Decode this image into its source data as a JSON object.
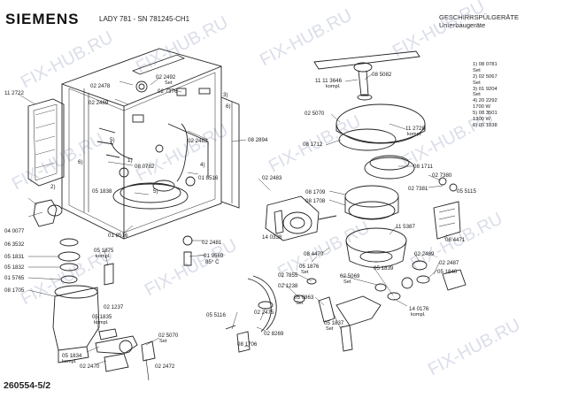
{
  "header": {
    "brand": "SIEMENS",
    "model": "LADY 781  -  SN 781245-CH1",
    "category_line1": "GESCHIRRSPÜLGERÄTE",
    "category_line2": "Unterbaugeräte"
  },
  "document_number": "260554-5/2",
  "watermark": "FIX-HUB.RU",
  "legend": [
    "1)  08 0781",
    "      Set",
    "2)  02 5067",
    "      Set",
    "3)  01 9204",
    "      Set",
    "4)  20 2292",
    "      1700 W",
    "5)  08 3501",
    "      1300 W",
    "6)  05 1838"
  ],
  "labels": [
    "02 2478",
    "02 2492",
    "Set",
    "02 7376",
    "02 2469",
    "11 2722",
    "3)",
    "6)",
    "5)",
    "6)",
    "02 2482",
    "08 2894",
    "1)",
    "08 0782",
    "4)",
    "05 1838",
    "01 8516",
    "01 8516",
    "5)",
    "2)",
    "02 2483",
    "14 0338",
    "08 4470",
    "04 0077",
    "06 3532",
    "05 1831",
    "05 1832",
    "01 5765",
    "08 1705",
    "05 1875",
    "kompl.",
    "02 1237",
    "05 1835",
    "kompl.",
    "05 1834",
    "kompl.",
    "02 2470",
    "02 5070",
    "Set",
    "02 2472",
    "02 2481",
    "01 9569",
    "85° C",
    "11 11 3646",
    "kompl.",
    "08 5082",
    "02 5070",
    "11 2728",
    "kompl.",
    "08 1712",
    "08 1711",
    "02 7380",
    "02 7381",
    "05 5115",
    "08 1709",
    "08 1708",
    "11 5387",
    "08 4471",
    "05 1876",
    "Set",
    "02 7855",
    "02 1238",
    "02 5069",
    "Set",
    "05 1839",
    "02 2489",
    "02 2487",
    "05 1840",
    "05 0863",
    "Set",
    "05 5116",
    "02 2475",
    "08 1706",
    "02 8269",
    "05 1837",
    "Set",
    "14 0176",
    "kompl."
  ]
}
